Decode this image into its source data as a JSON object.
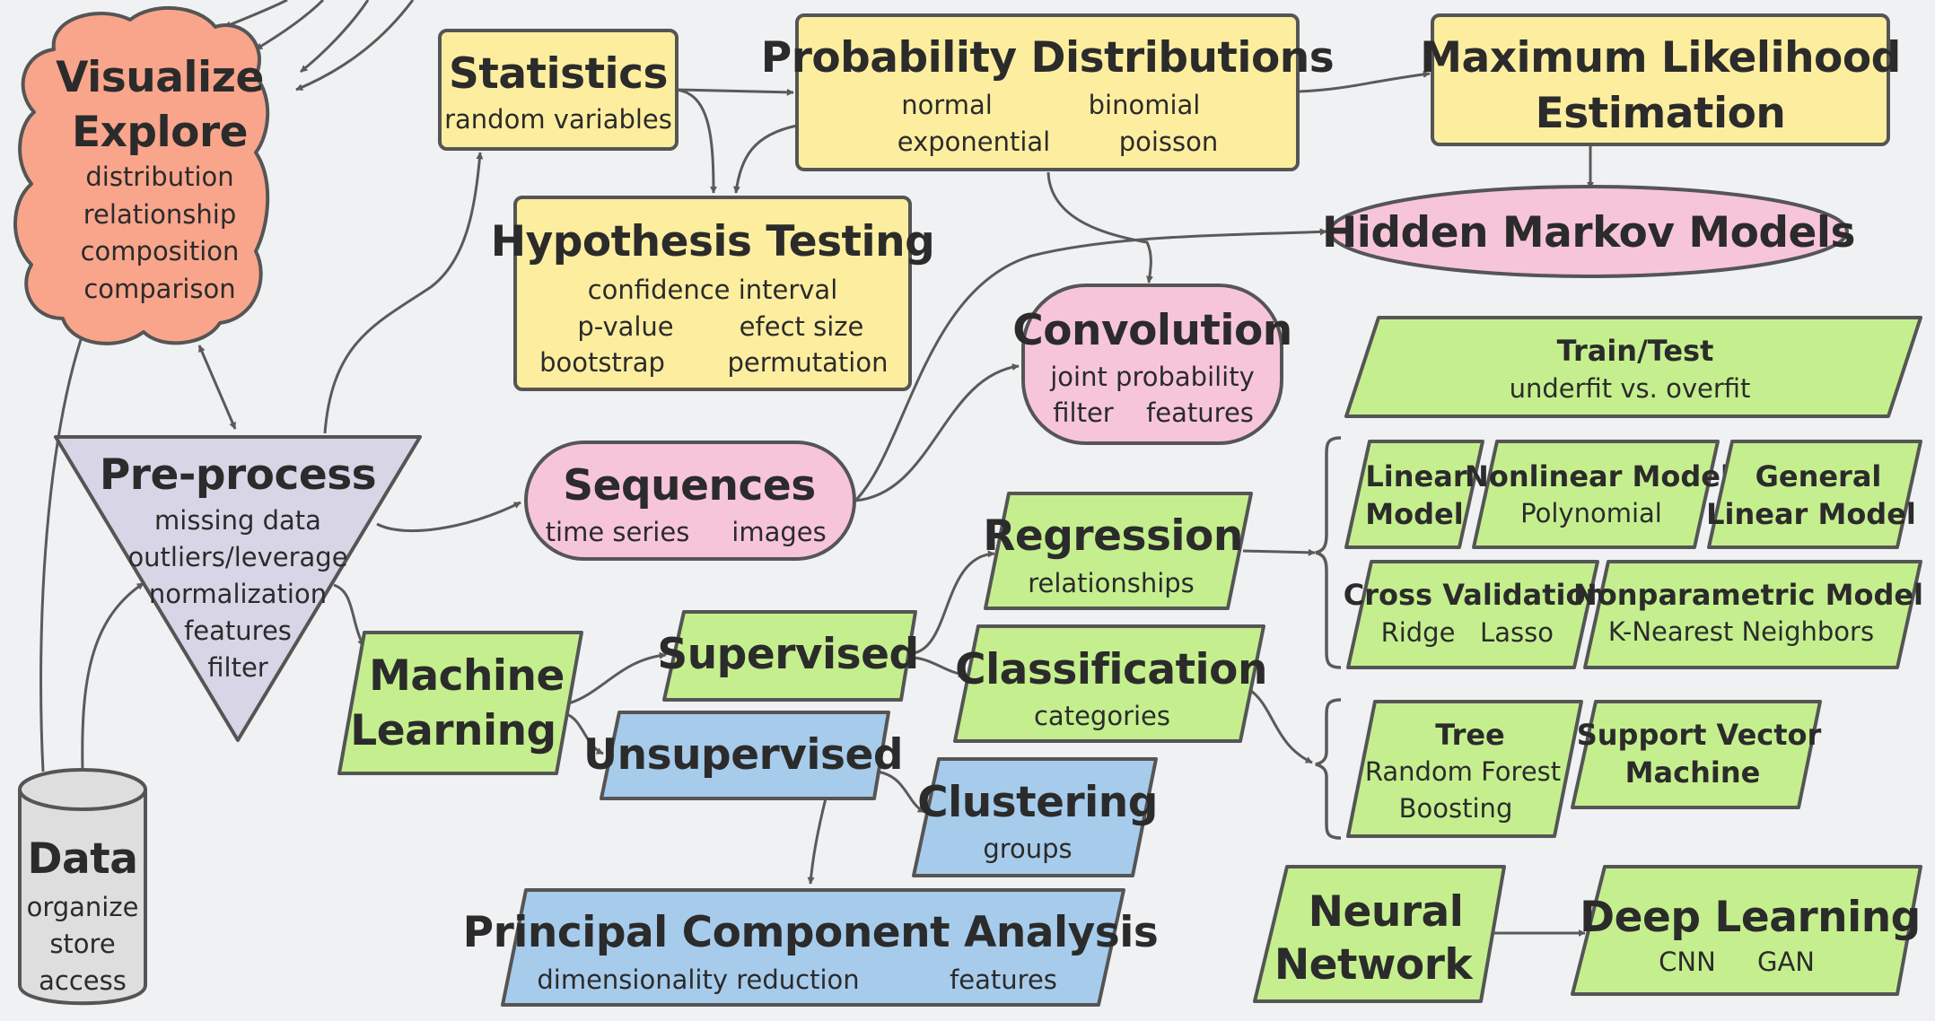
{
  "colors": {
    "statistics": "#fdee9f",
    "sequences": "#f7c5da",
    "supervised": "#c5ef8e",
    "unsupervised": "#a7cbeb",
    "visualize": "#f8a58c",
    "preprocess": "#d8d5e6",
    "data": "#dedede",
    "background": "#f0f1f3"
  },
  "nodes": {
    "visualize": {
      "title1": "Visualize",
      "title2": "Explore",
      "items": [
        "distribution",
        "relationship",
        "composition",
        "comparison"
      ]
    },
    "statistics": {
      "title": "Statistics",
      "sub": "random variables"
    },
    "probability": {
      "title": "Probability Distributions",
      "items": [
        "normal",
        "binomial",
        "exponential",
        "poisson"
      ]
    },
    "mle": {
      "title1": "Maximum Likelihood",
      "title2": "Estimation"
    },
    "hypothesis": {
      "title": "Hypothesis Testing",
      "items": [
        "confidence interval",
        "p-value",
        "efect size",
        "bootstrap",
        "permutation"
      ]
    },
    "hmm": {
      "title": "Hidden Markov Models"
    },
    "convolution": {
      "title": "Convolution",
      "items": [
        "joint probability",
        "filter",
        "features"
      ]
    },
    "preprocess": {
      "title": "Pre-process",
      "items": [
        "missing data",
        "outliers/leverage",
        "normalization",
        "features",
        "filter"
      ]
    },
    "sequences": {
      "title": "Sequences",
      "items": [
        "time series",
        "images"
      ]
    },
    "train_test": {
      "title": "Train/Test",
      "sub": "underfit vs. overfit"
    },
    "linear_model": {
      "line1": "Linear",
      "line2": "Model"
    },
    "nonlinear_model": {
      "line1": "Nonlinear Model",
      "line2": "Polynomial"
    },
    "glm": {
      "line1": "General",
      "line2": "Linear Model"
    },
    "cross_validation": {
      "line1": "Cross Validation",
      "items": [
        "Ridge",
        "Lasso"
      ]
    },
    "nonparametric": {
      "line1": "Nonparametric Model",
      "line2": "K-Nearest Neighbors"
    },
    "regression": {
      "title": "Regression",
      "sub": "relationships"
    },
    "classification": {
      "title": "Classification",
      "sub": "categories"
    },
    "supervised": {
      "title": "Supervised"
    },
    "machine_learning": {
      "title1": "Machine",
      "title2": "Learning"
    },
    "unsupervised": {
      "title": "Unsupervised"
    },
    "clustering": {
      "title": "Clustering",
      "sub": "groups"
    },
    "tree": {
      "line1": "Tree",
      "line2": "Random Forest",
      "line3": "Boosting"
    },
    "svm": {
      "line1": "Support Vector",
      "line2": "Machine"
    },
    "pca": {
      "title": "Principal Component Analysis",
      "items": [
        "dimensionality reduction",
        "features"
      ]
    },
    "neural_network": {
      "title1": "Neural",
      "title2": "Network"
    },
    "deep_learning": {
      "title": "Deep Learning",
      "items": [
        "CNN",
        "GAN"
      ]
    },
    "data": {
      "title": "Data",
      "items": [
        "organize",
        "store",
        "access"
      ]
    }
  }
}
